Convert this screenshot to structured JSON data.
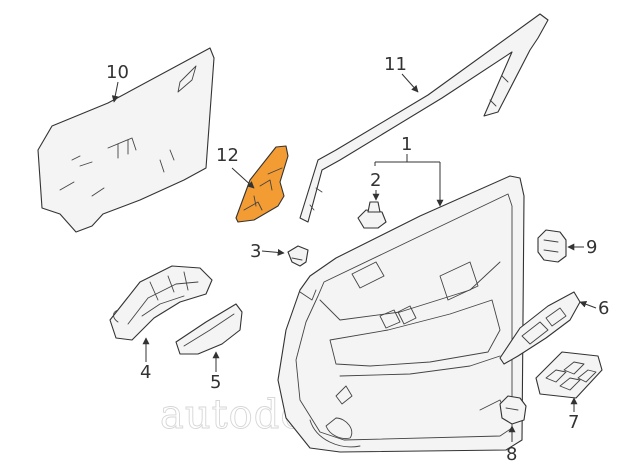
{
  "callouts": {
    "c1": "1",
    "c2": "2",
    "c3": "3",
    "c4": "4",
    "c5": "5",
    "c6": "6",
    "c7": "7",
    "c8": "8",
    "c9": "9",
    "c10": "10",
    "c11": "11",
    "c12": "12"
  },
  "watermark": "autodonor.in.ua",
  "colors": {
    "highlight": "#f39c34",
    "line": "#333333",
    "part_fill": "#f4f4f4",
    "watermark": "#d6d6d6"
  }
}
